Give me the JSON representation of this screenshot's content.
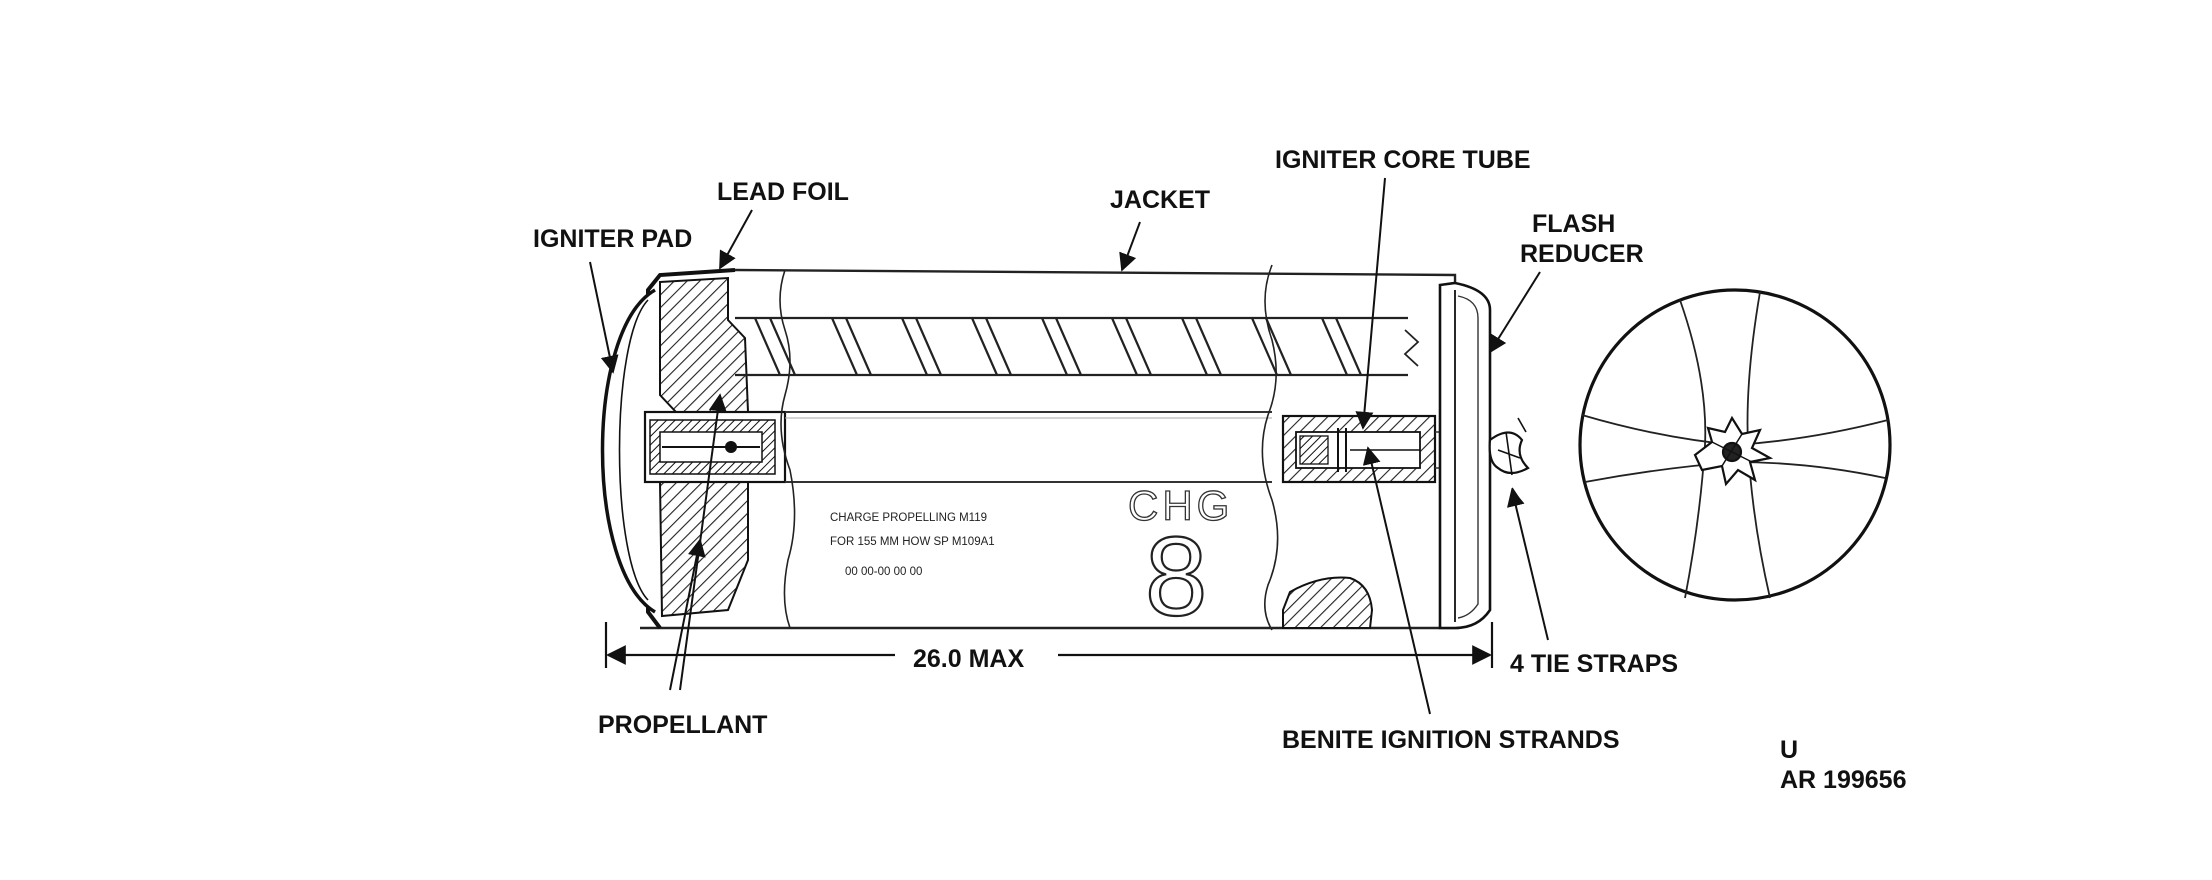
{
  "diagram": {
    "labels": {
      "igniter_pad": "IGNITER PAD",
      "lead_foil": "LEAD FOIL",
      "jacket": "JACKET",
      "igniter_core_tube": "IGNITER CORE TUBE",
      "flash_reducer_line1": "FLASH",
      "flash_reducer_line2": "REDUCER",
      "dimension": "26.0 MAX",
      "propellant": "PROPELLANT",
      "benite_ignition_strands": "BENITE IGNITION STRANDS",
      "tie_straps": "4 TIE STRAPS"
    },
    "stencil": {
      "line1": "CHARGE PROPELLING  M119",
      "line2": "FOR 155 MM HOW SP M109A1",
      "line3": "00 00-00 00 00",
      "chg": "CHG",
      "number": "8"
    },
    "reference": {
      "classification": "U",
      "drawing_number": "AR 199656"
    }
  }
}
